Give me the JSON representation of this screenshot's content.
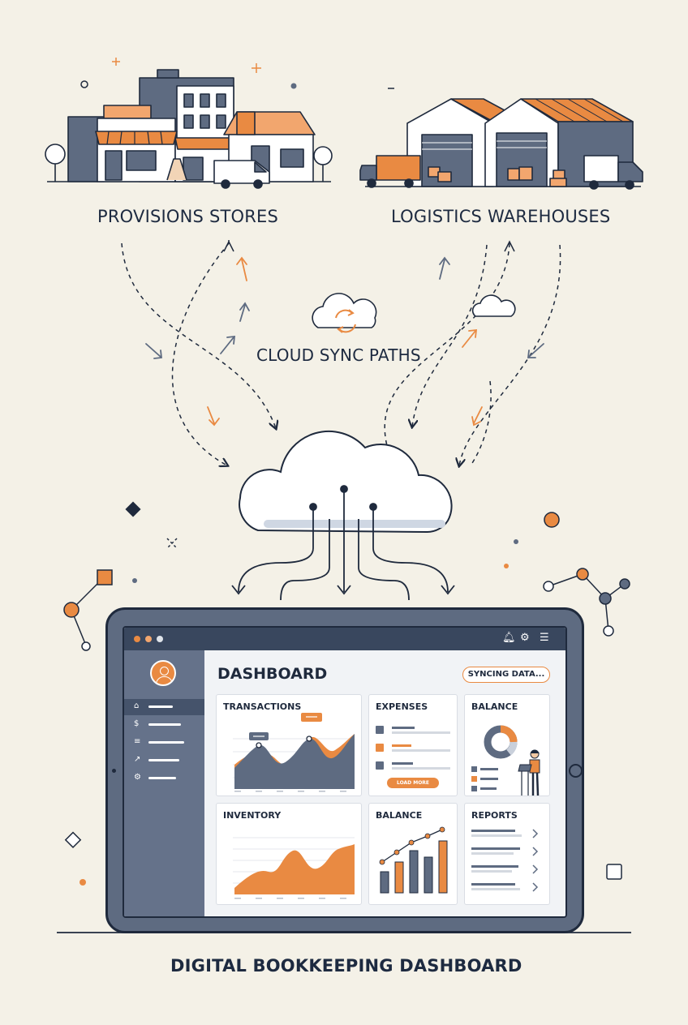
{
  "labels": {
    "stores": "PROVISIONS STORES",
    "warehouses": "LOGISTICS WAREHOUSES",
    "cloud_paths": "CLOUD SYNC PATHS",
    "footer": "DIGITAL BOOKKEEPING DASHBOARD"
  },
  "dashboard": {
    "title": "DASHBOARD",
    "sync_status": "SYNCING DATA...",
    "cards": {
      "transactions": "TRANSACTIONS",
      "expenses": "EXPENSES",
      "balance_top": "BALANCE",
      "inventory": "INVENTORY",
      "balance_bottom": "BALANCE",
      "reports": "REPORTS"
    },
    "expenses_button": "LOAD MORE",
    "sidebar_icons": [
      "home-icon",
      "dollar-icon",
      "list-icon",
      "chart-icon",
      "gear-icon"
    ]
  },
  "colors": {
    "background": "#f4f1e7",
    "navy": "#1f2a3d",
    "slate": "#5e6b81",
    "orange": "#e98a42",
    "cloud": "#ffffff"
  }
}
